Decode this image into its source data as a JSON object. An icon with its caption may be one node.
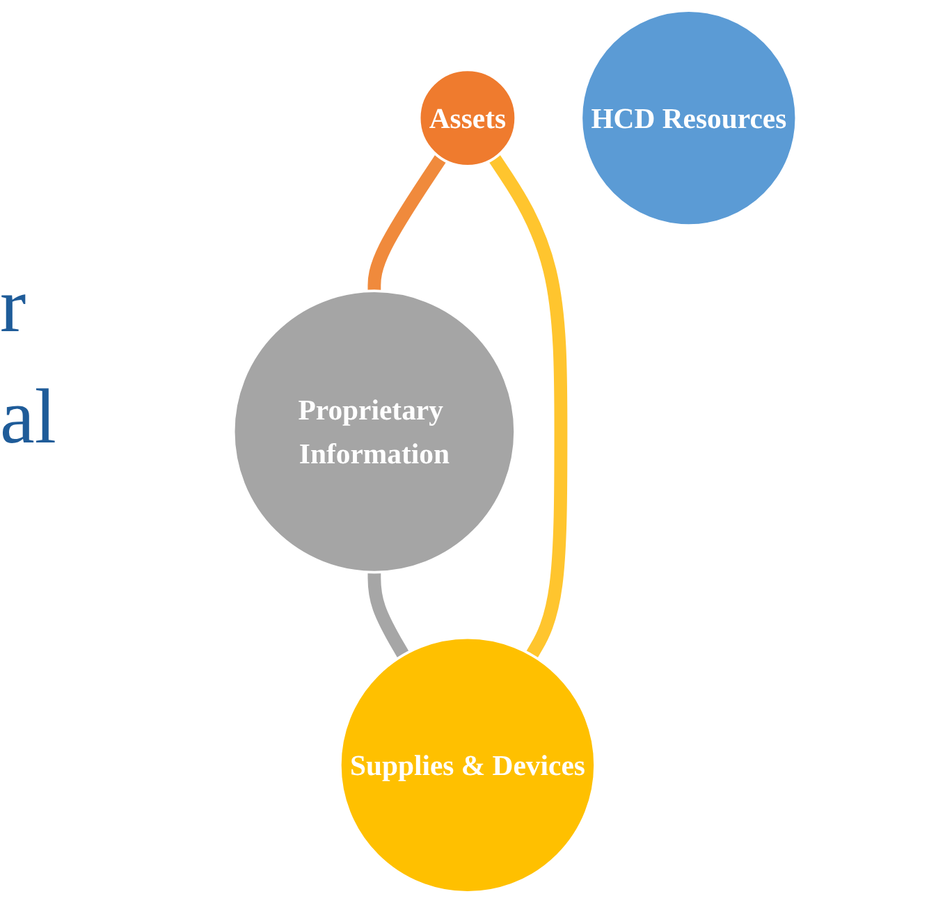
{
  "diagram": {
    "nodes": [
      {
        "text": [
          "Assets"
        ]
      },
      {
        "text": [
          "HCD Resources"
        ]
      },
      {
        "text": [
          "Supplies & Devices"
        ]
      },
      {
        "text": [
          "Proprietary Information"
        ]
      }
    ],
    "edges": [
      {
        "from": 0,
        "to": 3,
        "arrow": "none",
        "color": "#f08a3c"
      },
      {
        "from": 3,
        "to": 2,
        "arrow": "none",
        "color": "#a6a6a6"
      },
      {
        "from": 2,
        "to": 0,
        "arrow": "none",
        "color": "#ffc52e"
      }
    ],
    "labels": [
      "r",
      "al"
    ]
  }
}
